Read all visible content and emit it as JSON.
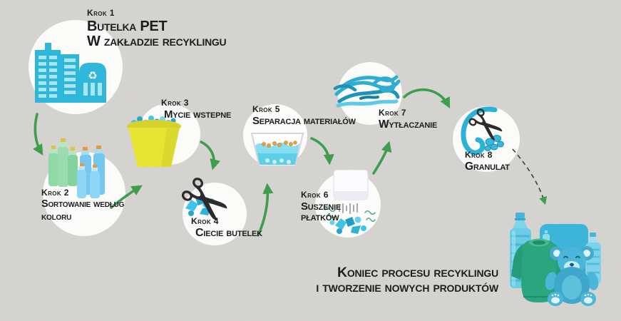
{
  "steps": [
    {
      "step_label": "Krok 1",
      "lines": [
        "Butelka PET",
        "W zakładzie recyklingu"
      ],
      "icon": "factory-icon"
    },
    {
      "step_label": "Krok 2",
      "lines": [
        "Sortowanie według",
        "koloru"
      ],
      "icon": "sorted-bottles-icon"
    },
    {
      "step_label": "Krok 3",
      "lines": [
        "Mycie wstepne"
      ],
      "icon": "washing-bucket-icon"
    },
    {
      "step_label": "Krok 4",
      "lines": [
        "Ciecie butelek"
      ],
      "icon": "cutting-scissors-icon"
    },
    {
      "step_label": "Krok 5",
      "lines": [
        "Separacja materiałów"
      ],
      "icon": "separation-tank-icon"
    },
    {
      "step_label": "Krok 6",
      "lines": [
        "Suszenie",
        "płatków"
      ],
      "icon": "flake-dryer-icon"
    },
    {
      "step_label": "Krok 7",
      "lines": [
        "Wytłaczanie"
      ],
      "icon": "extruded-strands-icon"
    },
    {
      "step_label": "Krok 8",
      "lines": [
        "Granulat"
      ],
      "icon": "granulate-scissors-icon"
    }
  ],
  "conclusion": {
    "line1": "Koniec procesu recyklingu",
    "line2": "i tworzenie nowych produktów"
  },
  "glyphs": {
    "scissors": "✂",
    "recycle": "♻"
  },
  "colors": {
    "background": "#d8d7d4",
    "arrow_green": "#3f9e4e",
    "icon_blue": "#2eb7db",
    "bucket_yellow": "#e7e532",
    "flake_blue": "#3fc3e6",
    "sweater_green": "#2aa57e",
    "text": "#1d1d1d"
  }
}
